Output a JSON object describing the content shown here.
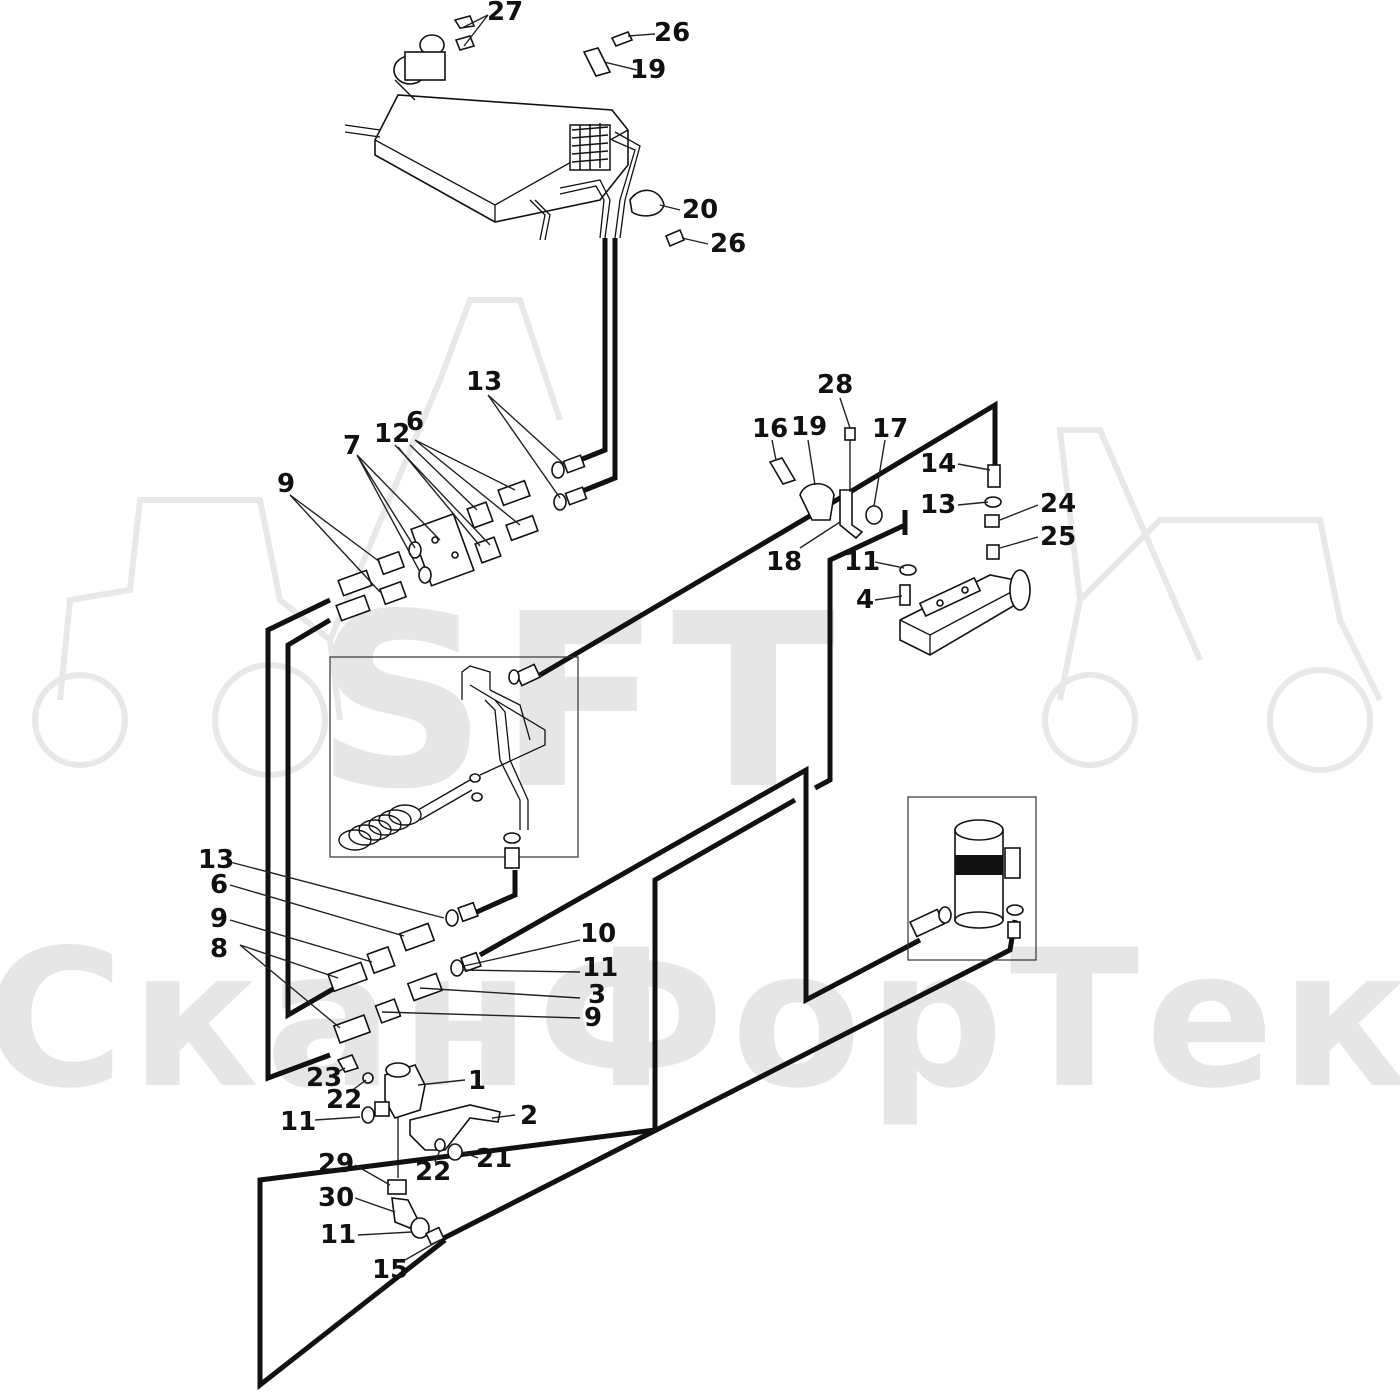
{
  "watermark": {
    "logo": "SFT",
    "brand": "СканФорТек",
    "color": "#e6e6e6"
  },
  "callouts": [
    {
      "id": "c27",
      "text": "27"
    },
    {
      "id": "c26a",
      "text": "26"
    },
    {
      "id": "c19a",
      "text": "19"
    },
    {
      "id": "c20",
      "text": "20"
    },
    {
      "id": "c26b",
      "text": "26"
    },
    {
      "id": "c13a",
      "text": "13"
    },
    {
      "id": "c12",
      "text": "12"
    },
    {
      "id": "c6a",
      "text": "6"
    },
    {
      "id": "c7",
      "text": "7"
    },
    {
      "id": "c9a",
      "text": "9"
    },
    {
      "id": "c28",
      "text": "28"
    },
    {
      "id": "c16",
      "text": "16"
    },
    {
      "id": "c19b",
      "text": "19"
    },
    {
      "id": "c17",
      "text": "17"
    },
    {
      "id": "c14",
      "text": "14"
    },
    {
      "id": "c13b",
      "text": "13"
    },
    {
      "id": "c24",
      "text": "24"
    },
    {
      "id": "c25",
      "text": "25"
    },
    {
      "id": "c18",
      "text": "18"
    },
    {
      "id": "c11a",
      "text": "11"
    },
    {
      "id": "c4",
      "text": "4"
    },
    {
      "id": "c13c",
      "text": "13"
    },
    {
      "id": "c6b",
      "text": "6"
    },
    {
      "id": "c9b",
      "text": "9"
    },
    {
      "id": "c8",
      "text": "8"
    },
    {
      "id": "c10",
      "text": "10"
    },
    {
      "id": "c11b",
      "text": "11"
    },
    {
      "id": "c3",
      "text": "3"
    },
    {
      "id": "c9c",
      "text": "9"
    },
    {
      "id": "c23",
      "text": "23"
    },
    {
      "id": "c1",
      "text": "1"
    },
    {
      "id": "c22a",
      "text": "22"
    },
    {
      "id": "c2",
      "text": "2"
    },
    {
      "id": "c11c",
      "text": "11"
    },
    {
      "id": "c29",
      "text": "29"
    },
    {
      "id": "c21",
      "text": "21"
    },
    {
      "id": "c22b",
      "text": "22"
    },
    {
      "id": "c30",
      "text": "30"
    },
    {
      "id": "c11d",
      "text": "11"
    },
    {
      "id": "c15",
      "text": "15"
    }
  ]
}
